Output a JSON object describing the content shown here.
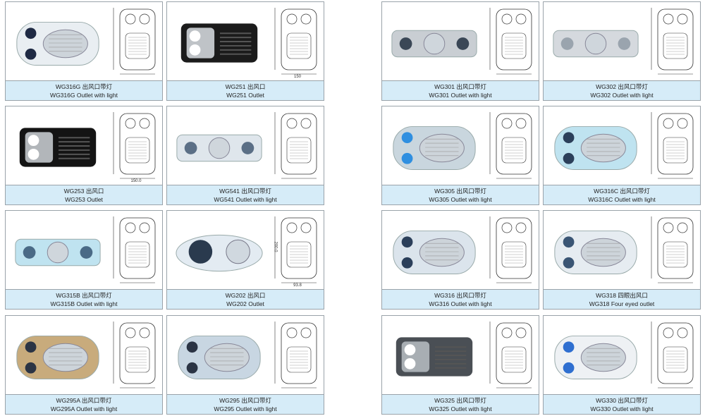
{
  "cards": [
    {
      "code": "WG316G",
      "zh": "WG316G 出风口带灯",
      "en": "WG316G Outlet with light",
      "body": "#e9eef2",
      "accent": "#1f2a44",
      "style": "oval",
      "w": "",
      "h": ""
    },
    {
      "code": "WG251",
      "zh": "WG251 出风口",
      "en": "WG251 Outlet",
      "body": "#1b1b1b",
      "accent": "#e8edf2",
      "style": "dark",
      "w": "150",
      "h": ""
    },
    {
      "code": "WG253",
      "zh": "WG253 出风口",
      "en": "WG253 Outlet",
      "body": "#141414",
      "accent": "#d9dfe4",
      "style": "dark",
      "w": "150.0",
      "h": ""
    },
    {
      "code": "WG541",
      "zh": "WG541 出风口带灯",
      "en": "WG541 Outlet with light",
      "body": "#dfe6ec",
      "accent": "#5b6f86",
      "style": "bar",
      "w": "",
      "h": ""
    },
    {
      "code": "WG315B",
      "zh": "WG315B 出风口带灯",
      "en": "WG315B Outlet with light",
      "body": "#bfe3f0",
      "accent": "#4a6a86",
      "style": "bar",
      "w": "",
      "h": ""
    },
    {
      "code": "WG202",
      "zh": "WG202 出风口",
      "en": "WG202 Outlet",
      "body": "#e3ebf2",
      "accent": "#2a3a4e",
      "style": "twin",
      "w": "93.8",
      "h": "200.0"
    },
    {
      "code": "WG295A",
      "zh": "WG295A 出风口带灯",
      "en": "WG295A Outlet with light",
      "body": "#c8ab7c",
      "accent": "#2b3444",
      "style": "oval",
      "w": "",
      "h": ""
    },
    {
      "code": "WG295",
      "zh": "WG295 出风口带灯",
      "en": "WG295 Outlet with light",
      "body": "#c8d6e2",
      "accent": "#2b3444",
      "style": "oval",
      "w": "",
      "h": ""
    },
    {
      "code": "WG301",
      "zh": "WG301 出风口带灯",
      "en": "WG301 Outlet with light",
      "body": "#c9ced3",
      "accent": "#3a4756",
      "style": "bar",
      "w": "",
      "h": ""
    },
    {
      "code": "WG302",
      "zh": "WG302 出风口带灯",
      "en": "WG302 Outlet with light",
      "body": "#d5d9de",
      "accent": "#9aa4ae",
      "style": "bar",
      "w": "",
      "h": ""
    },
    {
      "code": "WG305",
      "zh": "WG305 出风口带灯",
      "en": "WG305 Outlet with light",
      "body": "#c9d6de",
      "accent": "#2f8fe0",
      "style": "oval",
      "w": "",
      "h": ""
    },
    {
      "code": "WG316C",
      "zh": "WG316C 出风口带灯",
      "en": "WG316C Outlet with light",
      "body": "#bfe3f0",
      "accent": "#2b3f5a",
      "style": "oval",
      "w": "",
      "h": ""
    },
    {
      "code": "WG316",
      "zh": "WG316 出风口带灯",
      "en": "WG316 Outlet with light",
      "body": "#dbe4ec",
      "accent": "#2b3f5a",
      "style": "oval",
      "w": "",
      "h": ""
    },
    {
      "code": "WG318",
      "zh": "WG318 四眼出风口",
      "en": "WG318 Four eyed outlet",
      "body": "#e6ecf1",
      "accent": "#3a5574",
      "style": "oval",
      "w": "",
      "h": ""
    },
    {
      "code": "WG325",
      "zh": "WG325 出风口带灯",
      "en": "WG325 Outlet with light",
      "body": "#4a4f55",
      "accent": "#bfc5ca",
      "style": "dark",
      "w": "",
      "h": ""
    },
    {
      "code": "WG330",
      "zh": "WG330 出风口带灯",
      "en": "WG330 Outlet with light",
      "body": "#eef1f4",
      "accent": "#2f6fd0",
      "style": "oval",
      "w": "",
      "h": ""
    }
  ]
}
